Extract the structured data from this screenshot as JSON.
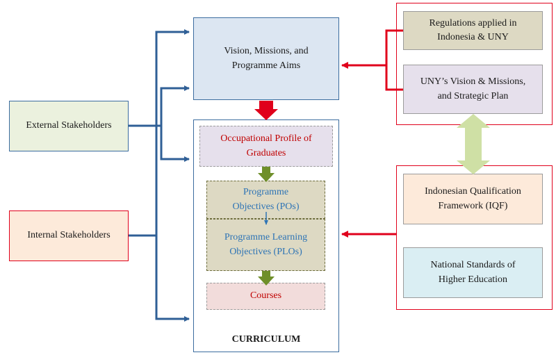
{
  "boxes": {
    "external_stakeholders": "External Stakeholders",
    "internal_stakeholders": "Internal Stakeholders",
    "vision": "Vision, Missions, and\nProgramme Aims",
    "occupational_profile": "Occupational Profile of\nGraduates",
    "programme_objectives": "Programme\nObjectives (POs)",
    "programme_learning_objectives": "Programme Learning\nObjectives (PLOs)",
    "courses": "Courses",
    "curriculum": "CURRICULUM",
    "regulations": "Regulations applied in\nIndonesia  & UNY",
    "uny_vision": "UNY’s Vision & Missions,\nand Strategic Plan",
    "iqf": "Indonesian Qualification\nFramework (IQF)",
    "national_standards": "National Standards of\nHigher Education"
  },
  "colors": {
    "blue_arrow": "#2f5f96",
    "red": "#e0001b",
    "green_arrow": "#6f8f2a",
    "light_green_arrow": "#cfe0a5",
    "blue_text": "#2e74b5",
    "red_text": "#c00000"
  }
}
